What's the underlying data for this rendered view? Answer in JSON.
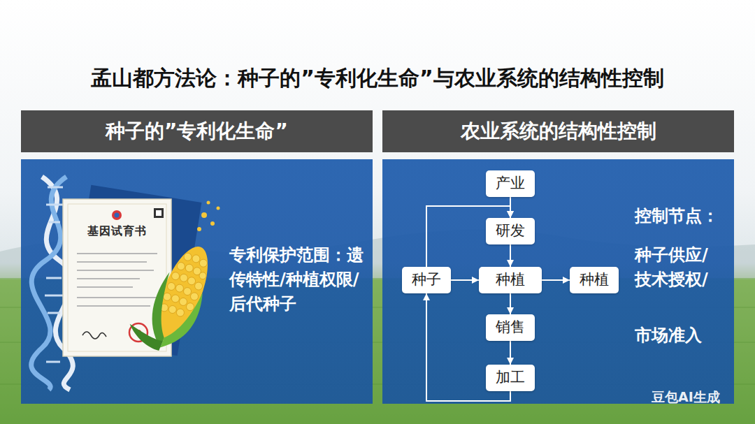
{
  "diagram": {
    "title": "孟山都方法论：种子的”专利化生命”与农业系统的结构性控制",
    "nodes": [
      {
        "text": [
          "种子的”专利化生命”",
          "专利保护范围：遗传特性/种植权限/后代种子"
        ]
      },
      {
        "text": [
          "农业系统的结构性控制",
          "控制节点：",
          "种子供应/ 技术授权/",
          "市场准入"
        ]
      },
      {
        "text": [
          "产业"
        ],
        "in": 1
      },
      {
        "text": [
          "研发"
        ],
        "in": 1
      },
      {
        "text": [
          "种子"
        ],
        "in": 1
      },
      {
        "text": [
          "种植"
        ],
        "in": 1
      },
      {
        "text": [
          "种植"
        ],
        "in": 1
      },
      {
        "text": [
          "销售"
        ],
        "in": 1
      },
      {
        "text": [
          "加工"
        ],
        "in": 1
      }
    ],
    "edges": [
      {
        "from": 2,
        "to": 3,
        "arrow": "to"
      },
      {
        "from": 3,
        "to": 5,
        "arrow": "to"
      },
      {
        "from": 4,
        "to": 5,
        "arrow": "to"
      },
      {
        "from": 5,
        "to": 6,
        "arrow": "to"
      },
      {
        "from": 5,
        "to": 7,
        "arrow": "to"
      },
      {
        "from": 7,
        "to": 8,
        "arrow": "to"
      },
      {
        "from": 8,
        "to": 4,
        "arrow": "to"
      },
      {
        "from": 4,
        "to": 3,
        "arrow": "to"
      }
    ],
    "labels": [
      "基因试育书",
      "豆包AI生成"
    ]
  }
}
